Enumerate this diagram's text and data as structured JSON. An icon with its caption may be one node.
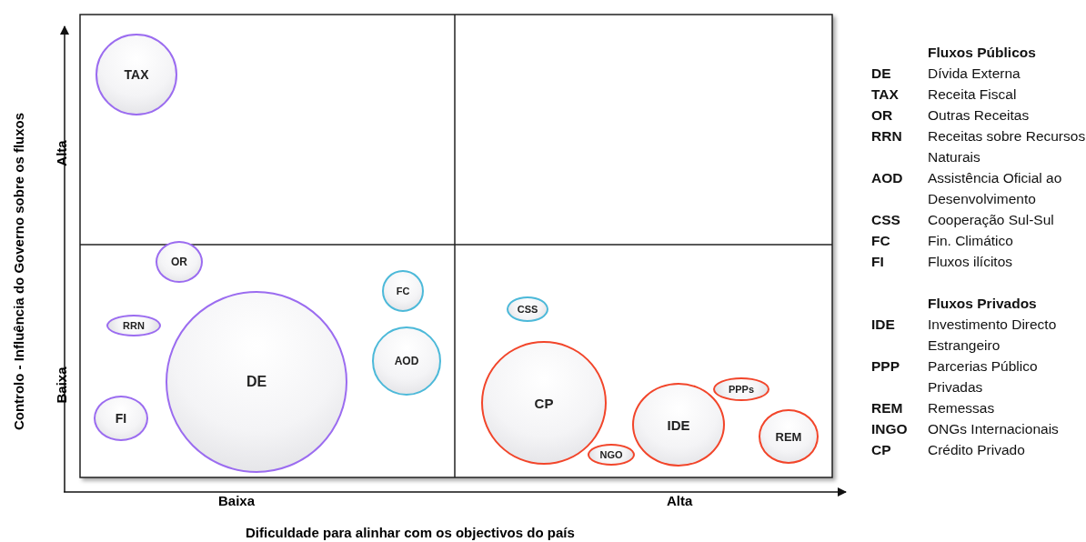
{
  "diagram": {
    "nodes": [
      {
        "text": [
          "TAX"
        ]
      },
      {
        "text": [
          "OR"
        ]
      },
      {
        "text": [
          "RRN"
        ]
      },
      {
        "text": [
          "FI"
        ]
      },
      {
        "text": [
          "DE"
        ]
      },
      {
        "text": [
          "FC"
        ]
      },
      {
        "text": [
          "AOD"
        ]
      },
      {
        "text": [
          "CSS"
        ]
      },
      {
        "text": [
          "CP"
        ]
      },
      {
        "text": [
          "NGO"
        ]
      },
      {
        "text": [
          "IDE"
        ]
      },
      {
        "text": [
          "PPPs"
        ]
      },
      {
        "text": [
          "REM"
        ]
      }
    ],
    "edges": [],
    "labels": [
      "Alta",
      "Baixa",
      "Controlo - Influência do Governo sobre os fluxos",
      "Fluxos Públicos",
      "DE",
      "Dívida Externa",
      "TAX",
      "Receita Fiscal",
      "OR",
      "Outras Receitas",
      "RRN",
      "Receitas sobre Recursos Naturais",
      "AOD",
      "Assistência Oficial ao Desenvolvimento",
      "CSS",
      "Cooperação Sul-Sul",
      "FC",
      "Fin. Climático",
      "FI",
      "Fluxos ilícitos",
      "Fluxos Privados",
      "IDE",
      "Investimento Directo Estrangeiro",
      "PPP",
      "Parcerias Público Privadas",
      "REM",
      "Remessas",
      "INGO",
      "ONGs Internacionais",
      "CP",
      "Crédito Privado",
      "Baixa",
      "Alta",
      "Dificuldade para alinhar com os objectivos do país"
    ]
  }
}
